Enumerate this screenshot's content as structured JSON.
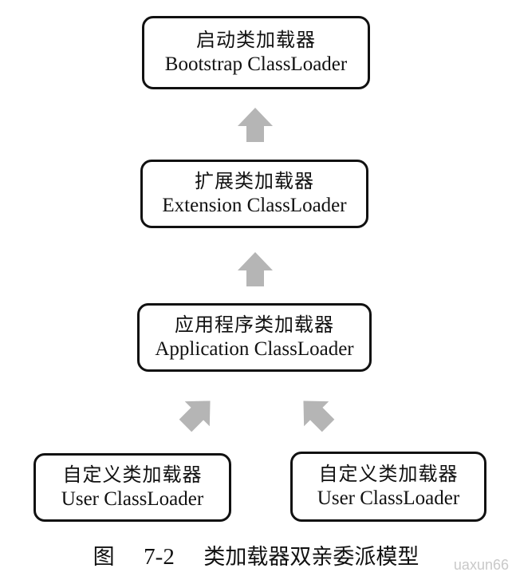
{
  "nodes": {
    "bootstrap": {
      "zh": "启动类加载器",
      "en": "Bootstrap ClassLoader"
    },
    "extension": {
      "zh": "扩展类加载器",
      "en": "Extension ClassLoader"
    },
    "application": {
      "zh": "应用程序类加载器",
      "en": "Application ClassLoader"
    },
    "user_left": {
      "zh": "自定义类加载器",
      "en": "User ClassLoader"
    },
    "user_right": {
      "zh": "自定义类加载器",
      "en": "User ClassLoader"
    }
  },
  "caption": {
    "figure": "图",
    "number": "7-2",
    "title": "类加载器双亲委派模型"
  },
  "watermark": "uaxun66",
  "colors": {
    "arrow": "#b5b5b5",
    "border": "#111111"
  }
}
